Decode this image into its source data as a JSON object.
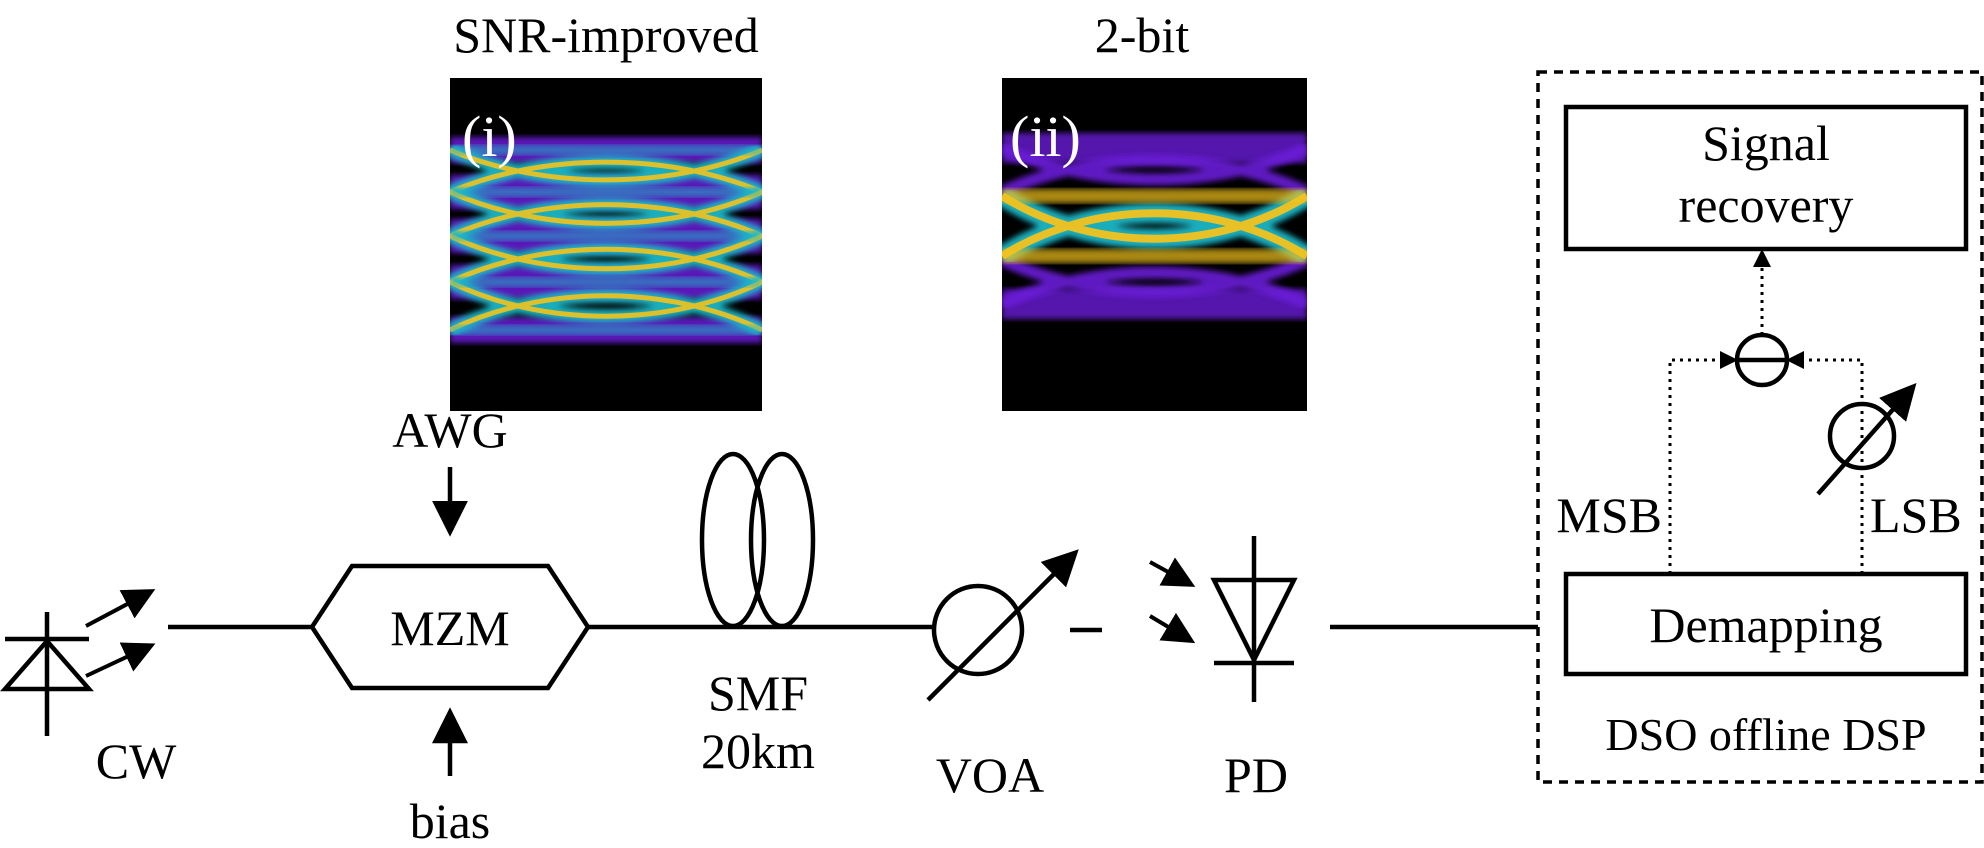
{
  "eye_panels": {
    "left": {
      "title": "SNR-improved",
      "tag": "(i)"
    },
    "right": {
      "title": "2-bit",
      "tag": "(ii)"
    }
  },
  "components": {
    "laser": "CW",
    "modulator": "MZM",
    "awg": "AWG",
    "bias": "bias",
    "fiber": {
      "line1": "SMF",
      "line2": "20km"
    },
    "voa": "VOA",
    "pd": "PD"
  },
  "dsp": {
    "caption": "DSO offline DSP",
    "demapping": "Demapping",
    "recovery": {
      "line1": "Signal",
      "line2": "recovery"
    },
    "msb": "MSB",
    "lsb": "LSB"
  },
  "colors": {
    "eye_background": "#000000",
    "eye_outer": "#6a1bd8",
    "eye_middle": "#1fb8c8",
    "eye_core": "#f2c21c"
  }
}
